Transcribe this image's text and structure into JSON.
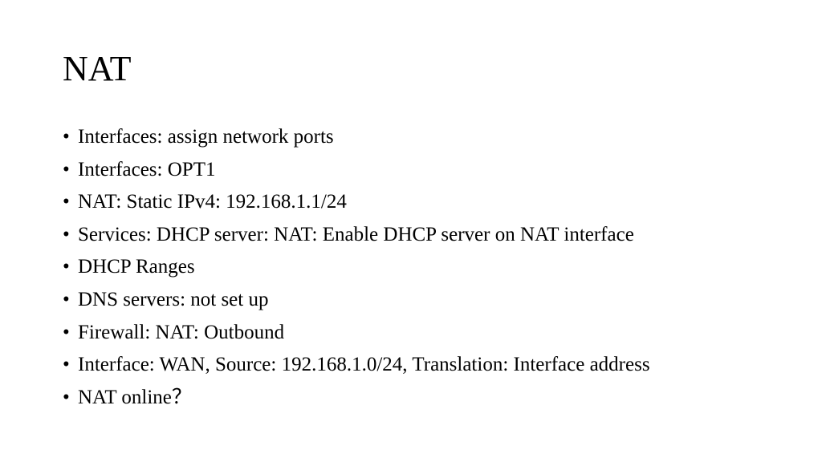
{
  "slide": {
    "title": "NAT",
    "bullet_symbol": "•",
    "bullets": [
      "Interfaces: assign network ports",
      "Interfaces: OPT1",
      "NAT: Static IPv4: 192.168.1.1/24",
      "Services: DHCP server: NAT: Enable DHCP server on NAT interface",
      "DHCP Ranges",
      "DNS servers: not set up",
      "Firewall: NAT: Outbound",
      "Interface: WAN, Source: 192.168.1.0/24, Translation: Interface address",
      "NAT online？"
    ]
  },
  "colors": {
    "background": "#ffffff",
    "text": "#000000"
  }
}
